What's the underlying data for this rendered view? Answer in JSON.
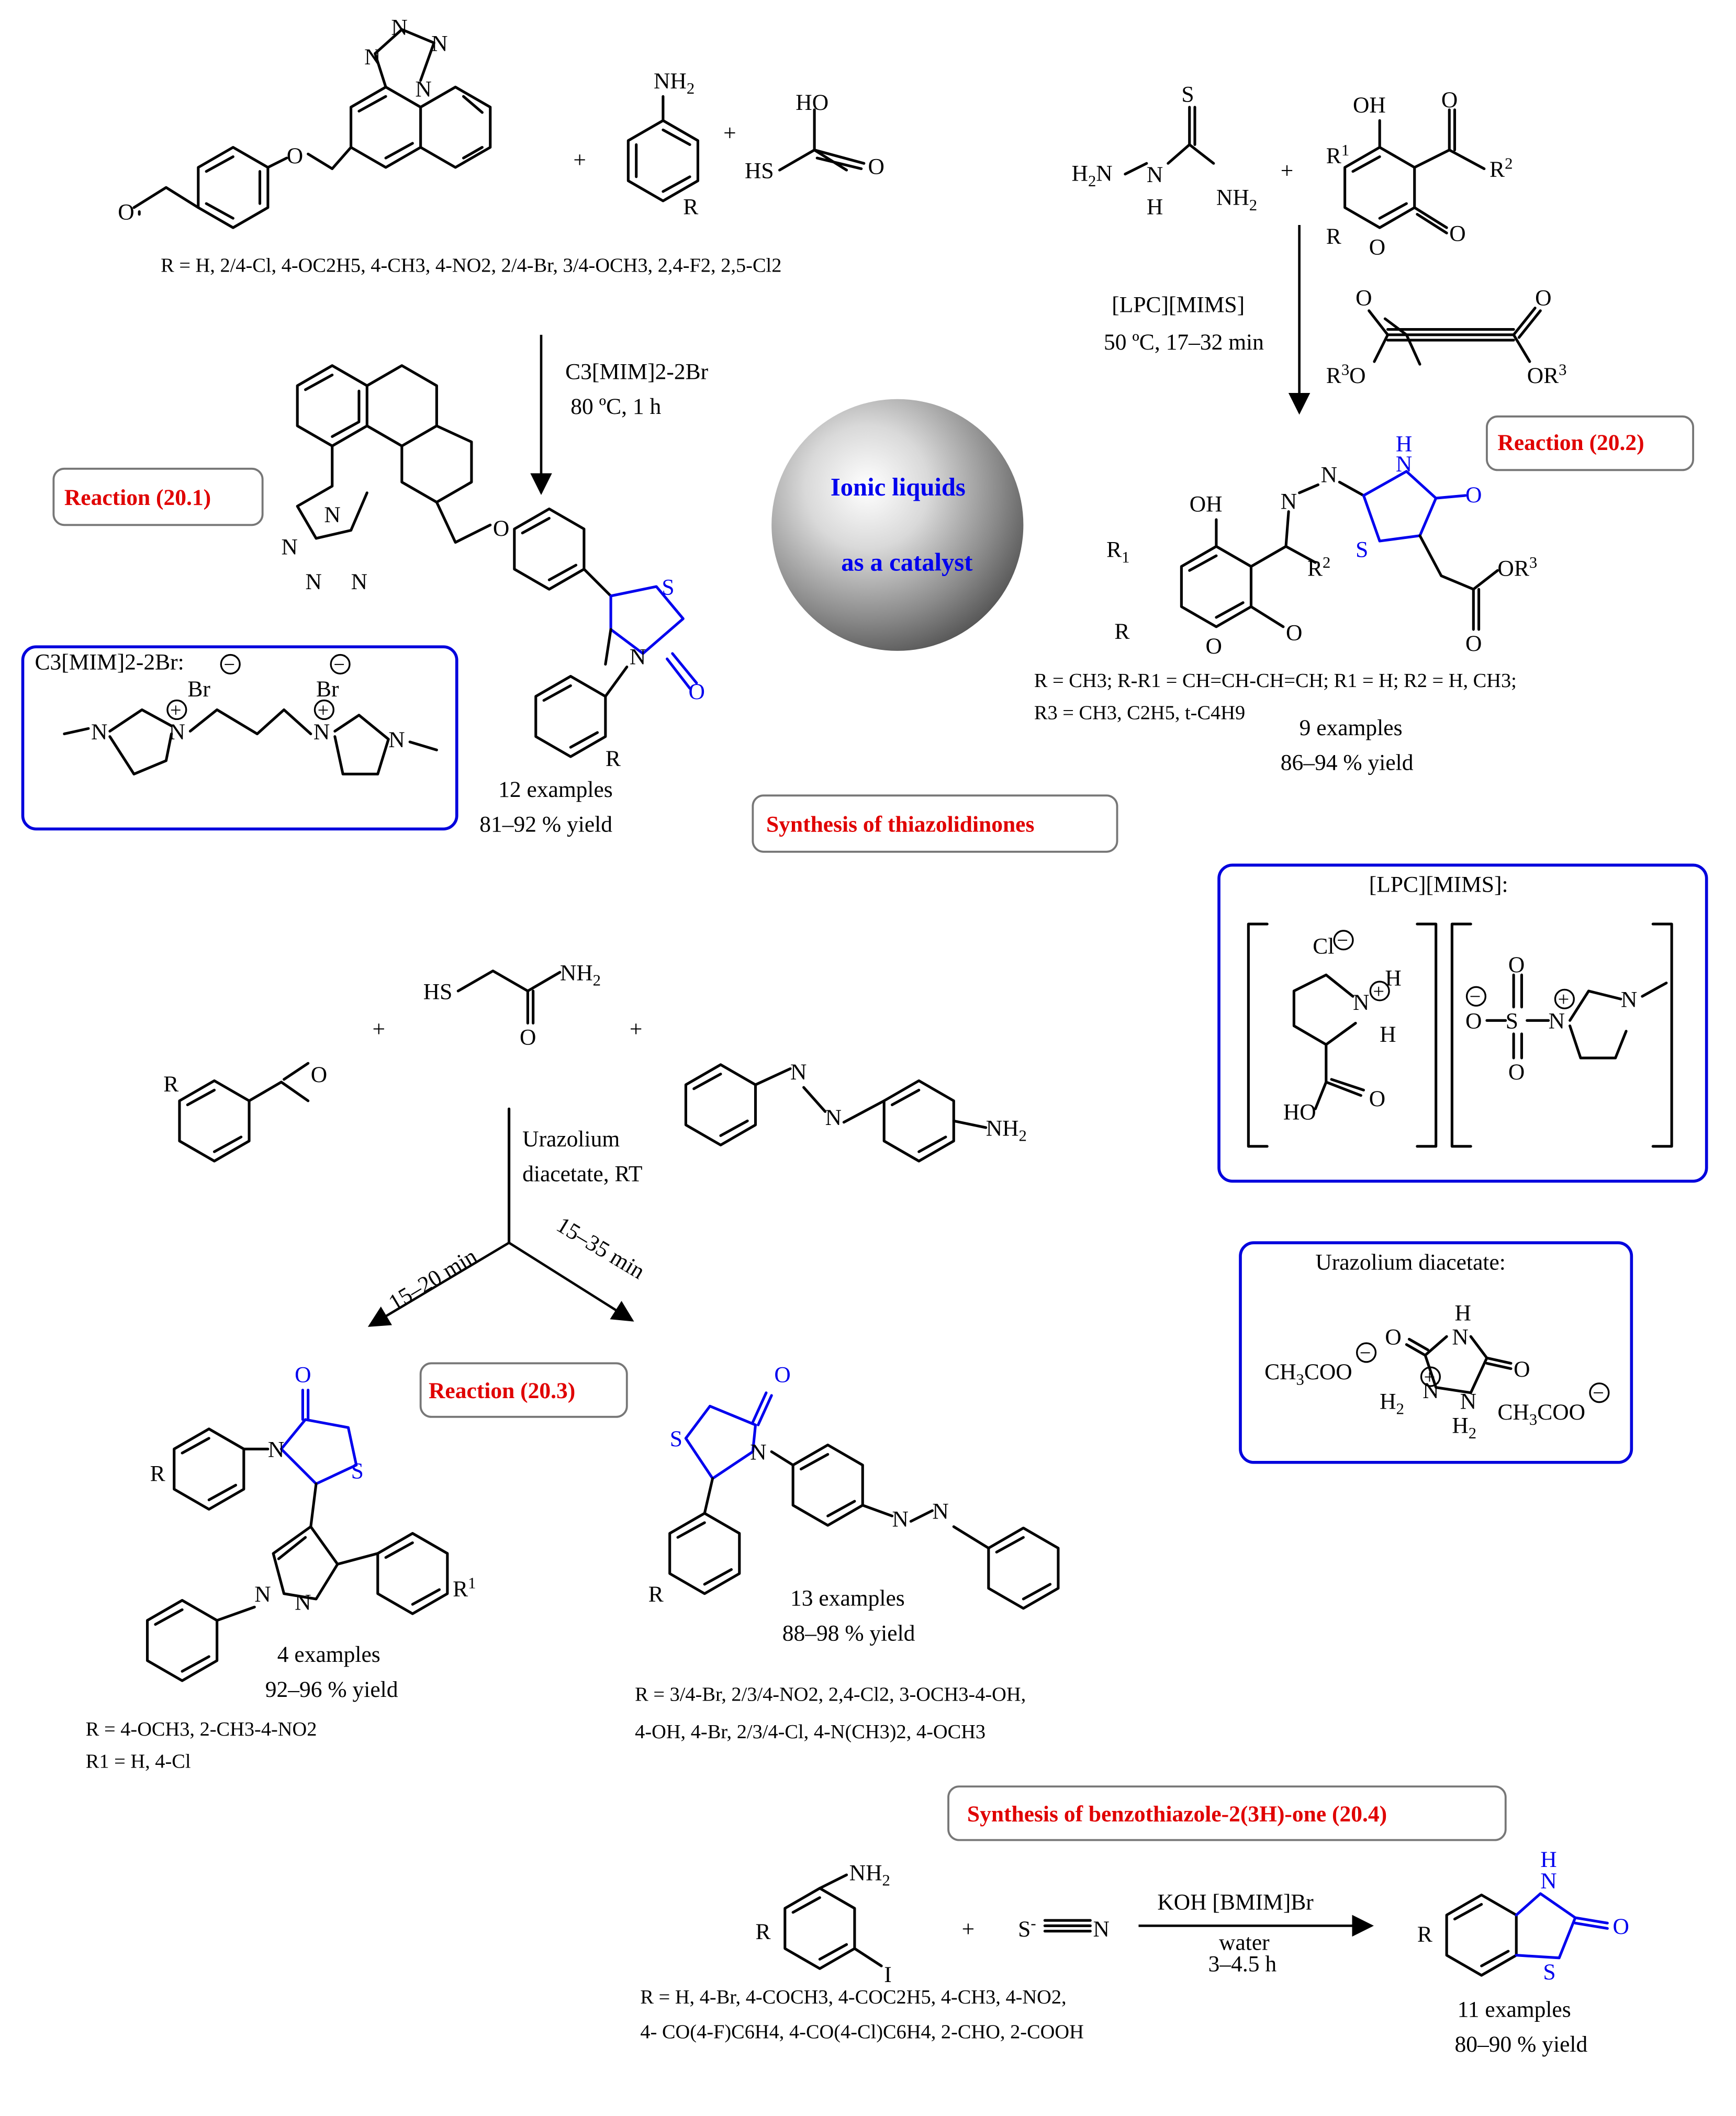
{
  "center": {
    "line1": "Ionic liquids",
    "line2": "as a catalyst"
  },
  "labels": {
    "r201": "Reaction (20.1)",
    "r202": "Reaction (20.2)",
    "r203": "Reaction (20.3)",
    "thiaz": "Synthesis of thiazolidinones",
    "benzo": "Synthesis of benzothiazole-2(3H)-one (20.4)"
  },
  "r1": {
    "R_def": "R = H, 2/4-Cl, 4-OC2H5, 4-CH3, 4-NO2, 2/4-Br, 3/4-OCH3, 2,4-F2, 2,5-Cl2",
    "cond1": "C3[MIM]2-2Br",
    "cond2": "80 ºC, 1 h",
    "examples": "12 examples",
    "yield": "81–92 % yield",
    "box_title": "C3[MIM]2-2Br:"
  },
  "r2": {
    "cond1": "[LPC][MIMS]",
    "cond2": "50 ºC, 17–32 min",
    "R_def1": "R = CH3; R-R1 = CH=CH-CH=CH; R1 = H; R2 = H, CH3;",
    "R_def2": "R3 = CH3, C2H5, t-C4H9",
    "examples": "9 examples",
    "yield": "86–94 % yield",
    "box_title": "[LPC][MIMS]:"
  },
  "r3": {
    "cond1": "Urazolium",
    "cond2": "diacetate, RT",
    "time_left": "15–20 min",
    "time_right": "15–35 min",
    "left_examples": "4 examples",
    "left_yield": "92–96 % yield",
    "left_R1": "R = 4-OCH3, 2-CH3-4-NO2",
    "left_R2": "R1 = H, 4-Cl",
    "right_examples": "13 examples",
    "right_yield": "88–98 % yield",
    "right_R1": "R = 3/4-Br, 2/3/4-NO2, 2,4-Cl2, 3-OCH3-4-OH,",
    "right_R2": "4-OH, 4-Br, 2/3/4-Cl, 4-N(CH3)2, 4-OCH3",
    "box_title": "Urazolium diacetate:"
  },
  "r4": {
    "cond1": "KOH [BMIM]Br",
    "cond2": "water",
    "cond3": "3–4.5 h",
    "R_def1": "R = H, 4-Br, 4-COCH3, 4-COC2H5, 4-CH3, 4-NO2,",
    "R_def2": "4- CO(4-F)C6H4, 4-CO(4-Cl)C6H4, 2-CHO, 2-COOH",
    "examples": "11 examples",
    "yield": "80–90 % yield"
  }
}
